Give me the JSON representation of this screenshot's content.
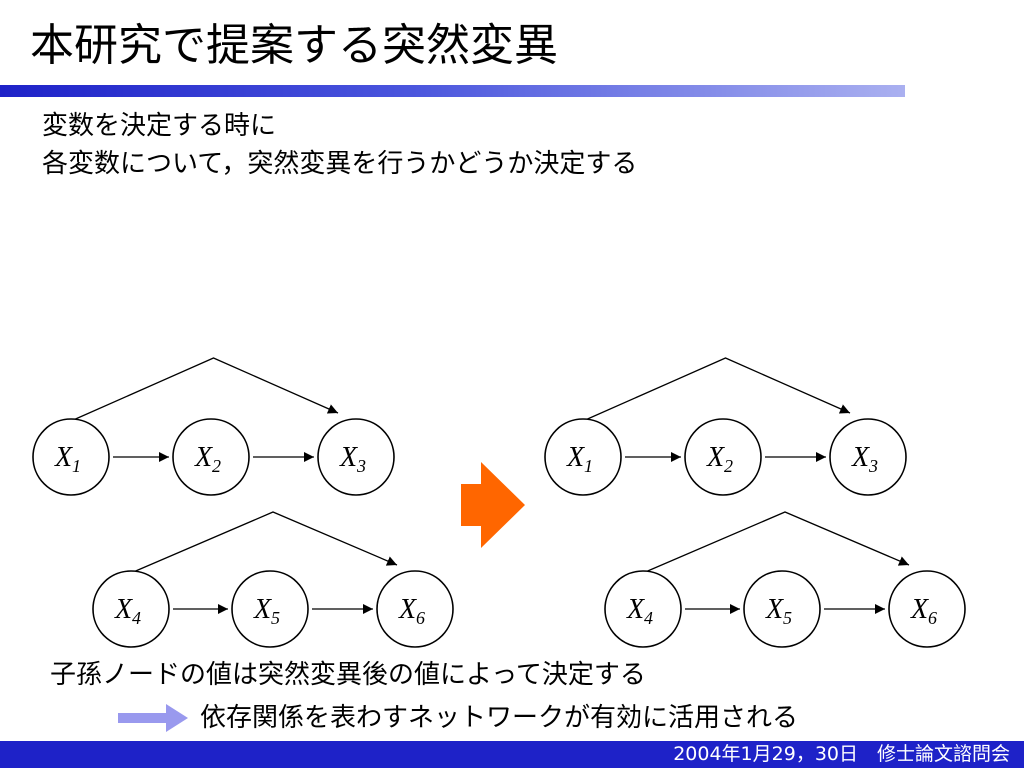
{
  "slide": {
    "title": "本研究で提案する突然変異",
    "body_lines": [
      "変数を決定する時に",
      "各変数について，突然変異を行うかどうか決定する"
    ],
    "notes": [
      "子孫ノードの値は突然変異後の値によって決定する",
      "依存関係を表わすネットワークが有効に活用される"
    ],
    "footer": "2004年1月29，30日　修士論文諮問会"
  },
  "diagram": {
    "node_symbol": "X",
    "nodes": [
      "1",
      "2",
      "3",
      "4",
      "5",
      "6"
    ],
    "edges": [
      [
        "1",
        "2"
      ],
      [
        "2",
        "3"
      ],
      [
        "1",
        "3"
      ],
      [
        "4",
        "5"
      ],
      [
        "5",
        "6"
      ],
      [
        "4",
        "6"
      ]
    ],
    "networks": [
      "before",
      "after"
    ],
    "transform_arrow_icon": "right-arrow-icon",
    "colors": {
      "transform_arrow": "#ff6600",
      "note_arrow": "#9999ee",
      "title_bar": "#1e22c8",
      "footer_bar": "#1e22c8"
    }
  }
}
